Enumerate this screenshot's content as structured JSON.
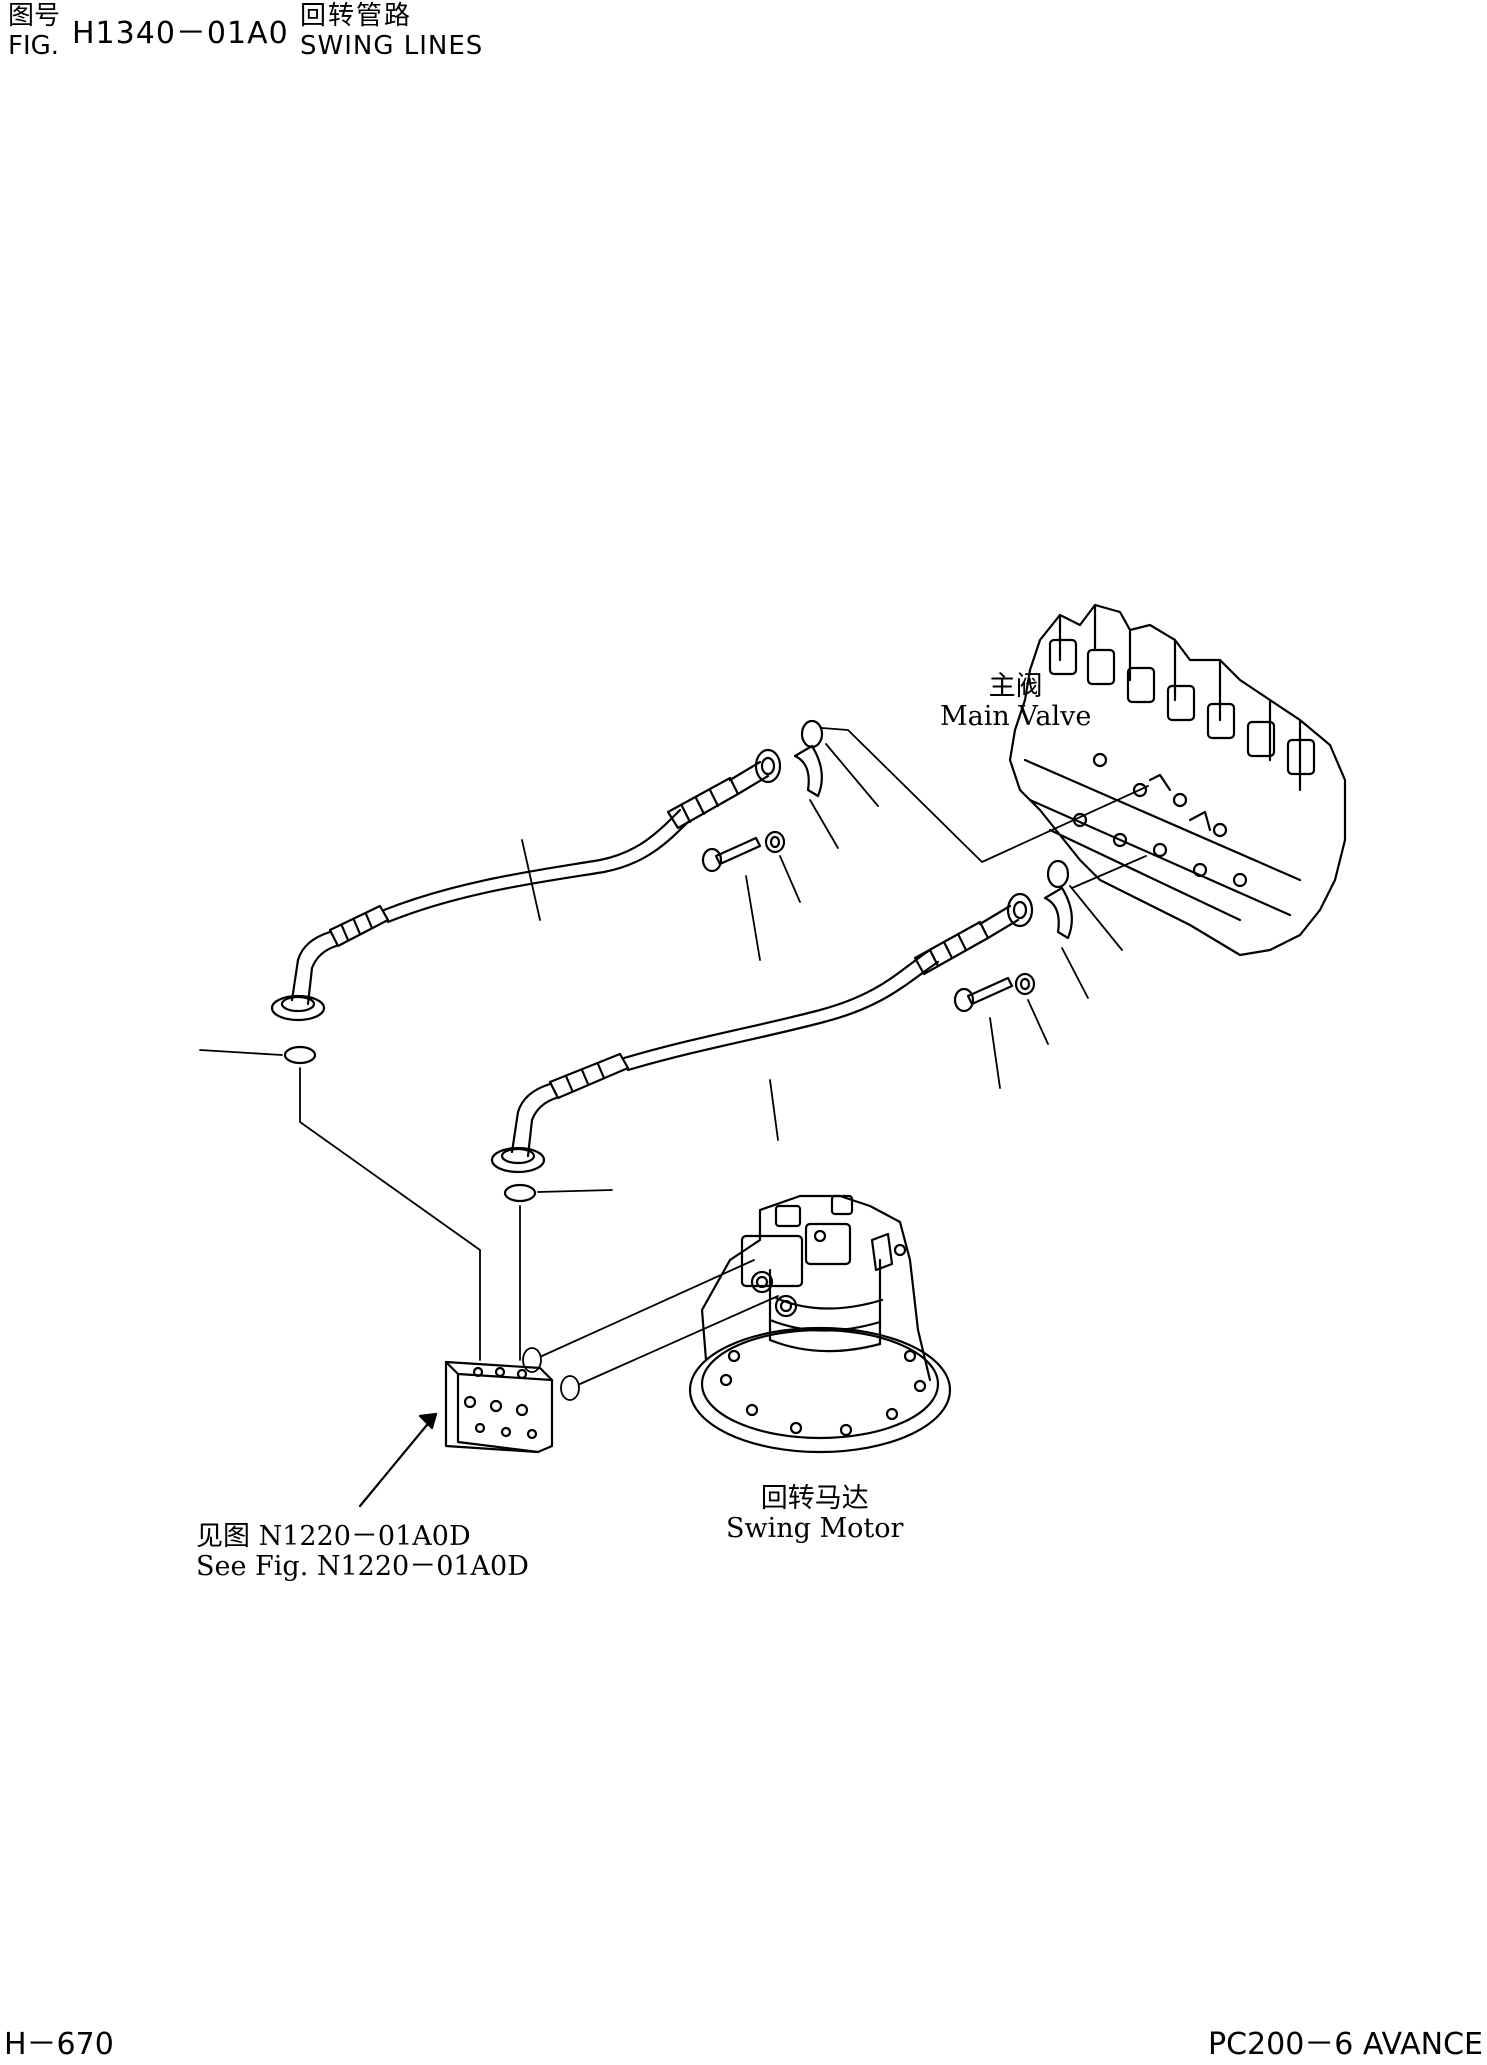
{
  "header": {
    "fig_label_cn": "图号",
    "fig_label_en": "FIG.",
    "fig_number": "H1340－01A0",
    "title_cn": "回转管路",
    "title_en": "SWING LINES"
  },
  "labels": {
    "main_valve_cn": "主阀",
    "main_valve_en": "Main Valve",
    "swing_motor_cn": "回转马达",
    "swing_motor_en": "Swing Motor",
    "reference_cn": "见图 N1220－01A0D",
    "reference_en": "See Fig. N1220－01A0D"
  },
  "footer": {
    "page": "H－670",
    "model": "PC200－6 AVANCE"
  }
}
